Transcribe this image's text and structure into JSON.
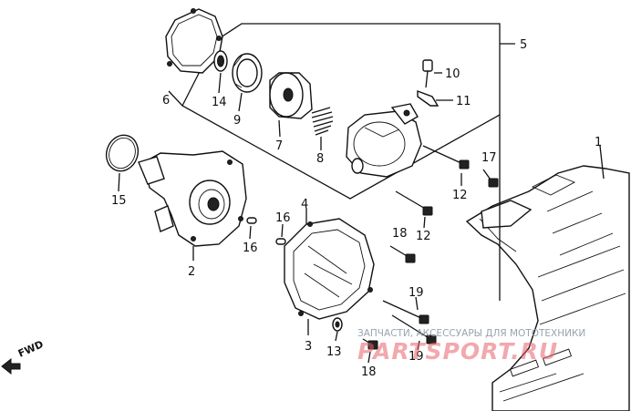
{
  "labels": {
    "p1": "1",
    "p2": "2",
    "p3": "3",
    "p4": "4",
    "p5": "5",
    "p6": "6",
    "p7": "7",
    "p8": "8",
    "p9": "9",
    "p10": "10",
    "p11": "11",
    "p12a": "12",
    "p12b": "12",
    "p13": "13",
    "p14": "14",
    "p15": "15",
    "p16a": "16",
    "p16b": "16",
    "p17": "17",
    "p18a": "18",
    "p18b": "18",
    "p19a": "19",
    "p19b": "19"
  },
  "direction": {
    "label": "FWD"
  },
  "watermark": {
    "tagline": "ЗАПЧАСТИ, АКСЕССУАРЫ ДЛЯ МОТОТЕХНИКИ",
    "brand": "PARTSPORT.RU"
  }
}
